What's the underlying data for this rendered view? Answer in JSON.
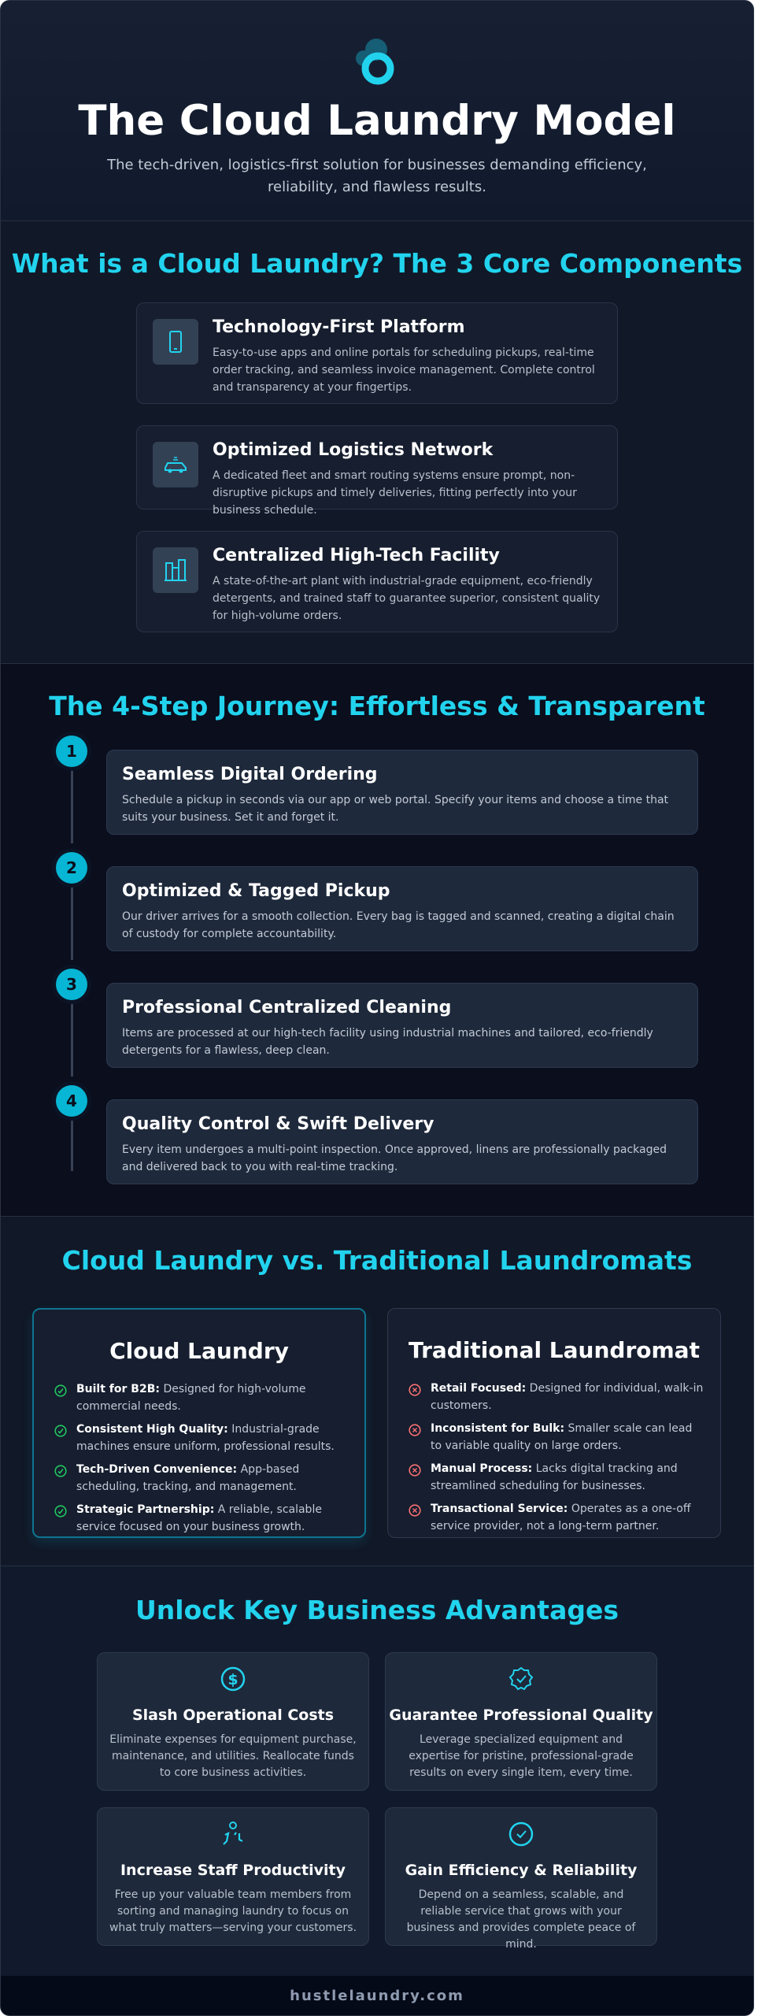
{
  "colors": {
    "accent": "#22d3ee",
    "check": "#22c55e",
    "cross": "#f87171",
    "background": "#111827"
  },
  "hero": {
    "logo": "cloud-laundry-logo",
    "title": "The Cloud Laundry Model",
    "subtitle": "The tech-driven, logistics-first solution for businesses demanding efficiency, reliability, and flawless results."
  },
  "components": {
    "heading": "What is a Cloud Laundry? The 3 Core Components",
    "items": [
      {
        "icon": "smartphone-icon",
        "title": "Technology-First Platform",
        "desc": "Easy-to-use apps and online portals for scheduling pickups, real-time order tracking, and seamless invoice management. Complete control and transparency at your fingertips."
      },
      {
        "icon": "delivery-car-icon",
        "title": "Optimized Logistics Network",
        "desc": "A dedicated fleet and smart routing systems ensure prompt, non-disruptive pickups and timely deliveries, fitting perfectly into your business schedule."
      },
      {
        "icon": "building-icon",
        "title": "Centralized High-Tech Facility",
        "desc": "A state-of-the-art plant with industrial-grade equipment, eco-friendly detergents, and trained staff to guarantee superior, consistent quality for high-volume orders."
      }
    ]
  },
  "journey": {
    "heading": "The 4-Step Journey: Effortless & Transparent",
    "steps": [
      {
        "num": "1",
        "title": "Seamless Digital Ordering",
        "desc": "Schedule a pickup in seconds via our app or web portal. Specify your items and choose a time that suits your business. Set it and forget it."
      },
      {
        "num": "2",
        "title": "Optimized & Tagged Pickup",
        "desc": "Our driver arrives for a smooth collection. Every bag is tagged and scanned, creating a digital chain of custody for complete accountability."
      },
      {
        "num": "3",
        "title": "Professional Centralized Cleaning",
        "desc": "Items are processed at our high-tech facility using industrial machines and tailored, eco-friendly detergents for a flawless, deep clean."
      },
      {
        "num": "4",
        "title": "Quality Control & Swift Delivery",
        "desc": "Every item undergoes a multi-point inspection. Once approved, linens are professionally packaged and delivered back to you with real-time tracking."
      }
    ]
  },
  "comparison": {
    "heading": "Cloud Laundry vs. Traditional Laundromats",
    "cloud": {
      "title": "Cloud Laundry",
      "items": [
        {
          "label": "Built for B2B:",
          "text": "Designed for high-volume commercial needs."
        },
        {
          "label": "Consistent High Quality:",
          "text": "Industrial-grade machines ensure uniform, professional results."
        },
        {
          "label": "Tech-Driven Convenience:",
          "text": "App-based scheduling, tracking, and management."
        },
        {
          "label": "Strategic Partnership:",
          "text": "A reliable, scalable service focused on your business growth."
        }
      ]
    },
    "traditional": {
      "title": "Traditional Laundromat",
      "items": [
        {
          "label": "Retail Focused:",
          "text": "Designed for individual, walk-in customers."
        },
        {
          "label": "Inconsistent for Bulk:",
          "text": "Smaller scale can lead to variable quality on large orders."
        },
        {
          "label": "Manual Process:",
          "text": "Lacks digital tracking and streamlined scheduling for businesses."
        },
        {
          "label": "Transactional Service:",
          "text": "Operates as a one-off service provider, not a long-term partner."
        }
      ]
    }
  },
  "advantages": {
    "heading": "Unlock Key Business Advantages",
    "items": [
      {
        "icon": "dollar-circle-icon",
        "title": "Slash Operational Costs",
        "desc": "Eliminate expenses for equipment purchase, maintenance, and utilities. Reallocate funds to core business activities."
      },
      {
        "icon": "verified-badge-icon",
        "title": "Guarantee Professional Quality",
        "desc": "Leverage specialized equipment and expertise for pristine, professional-grade results on every single item, every time."
      },
      {
        "icon": "staff-icon",
        "title": "Increase Staff Productivity",
        "desc": "Free up your valuable team members from sorting and managing laundry to focus on what truly matters—serving your customers."
      },
      {
        "icon": "check-circle-icon",
        "title": "Gain Efficiency & Reliability",
        "desc": "Depend on a seamless, scalable, and reliable service that grows with your business and provides complete peace of mind."
      }
    ]
  },
  "footer": {
    "text": "hustlelaundry.com"
  }
}
